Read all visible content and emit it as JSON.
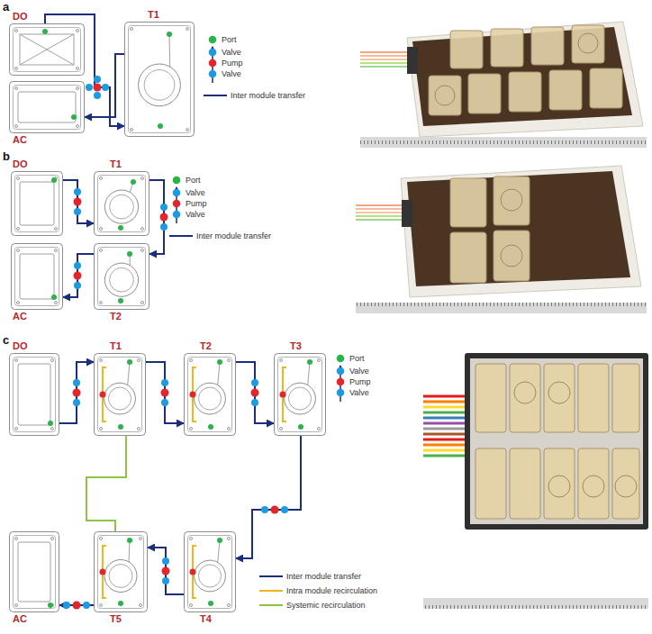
{
  "diagram": {
    "nodes": [
      {
        "text": [
          "DO"
        ]
      },
      {
        "text": [
          "T1"
        ]
      },
      {
        "text": [
          "AC"
        ]
      },
      {
        "text": [
          "DO"
        ]
      },
      {
        "text": [
          "T1"
        ]
      },
      {
        "text": [
          "AC"
        ]
      },
      {
        "text": [
          "T2"
        ]
      },
      {
        "text": [
          "DO"
        ]
      },
      {
        "text": [
          "T1"
        ]
      },
      {
        "text": [
          "T2"
        ]
      },
      {
        "text": [
          "T3"
        ]
      },
      {
        "text": [
          "AC"
        ]
      },
      {
        "text": [
          "T5"
        ]
      },
      {
        "text": [
          "T4"
        ]
      }
    ],
    "edges": [
      {
        "from": 0,
        "to": 1,
        "arrow": "to"
      },
      {
        "from": 1,
        "to": 2,
        "arrow": "to"
      },
      {
        "from": 3,
        "to": 4,
        "arrow": "to"
      },
      {
        "from": 4,
        "to": 6,
        "arrow": "to"
      },
      {
        "from": 6,
        "to": 5,
        "arrow": "to"
      },
      {
        "from": 7,
        "to": 8,
        "arrow": "to"
      },
      {
        "from": 8,
        "to": 9,
        "arrow": "to"
      },
      {
        "from": 9,
        "to": 10,
        "arrow": "to"
      },
      {
        "from": 10,
        "to": 13,
        "arrow": "to"
      },
      {
        "from": 13,
        "to": 12,
        "arrow": "to"
      },
      {
        "from": 12,
        "to": 11,
        "arrow": "to"
      },
      {
        "from": 8,
        "to": 12,
        "arrow": "none"
      }
    ],
    "labels": [
      "a",
      "b",
      "c"
    ],
    "legend": [
      {
        "text": "Port",
        "color": "#2bb34b"
      },
      {
        "text": "Valve",
        "color": "#1e9be0"
      },
      {
        "text": "Pump",
        "color": "#e3262b"
      },
      {
        "text": "Valve",
        "color": "#1e9be0"
      },
      {
        "text": "Inter module transfer"
      },
      {
        "text": "Port",
        "color": "#2bb34b"
      },
      {
        "text": "Valve",
        "color": "#1e9be0"
      },
      {
        "text": "Pump",
        "color": "#e3262b"
      },
      {
        "text": "Valve",
        "color": "#1e9be0"
      },
      {
        "text": "Inter module transfer"
      },
      {
        "text": "Port",
        "color": "#2bb34b"
      },
      {
        "text": "Valve",
        "color": "#1e9be0"
      },
      {
        "text": "Pump",
        "color": "#e3262b"
      },
      {
        "text": "Valve",
        "color": "#1e9be0"
      },
      {
        "text": "Inter module transfer"
      },
      {
        "text": "Intra module recirculation"
      },
      {
        "text": "Systemic recirculation"
      }
    ]
  }
}
